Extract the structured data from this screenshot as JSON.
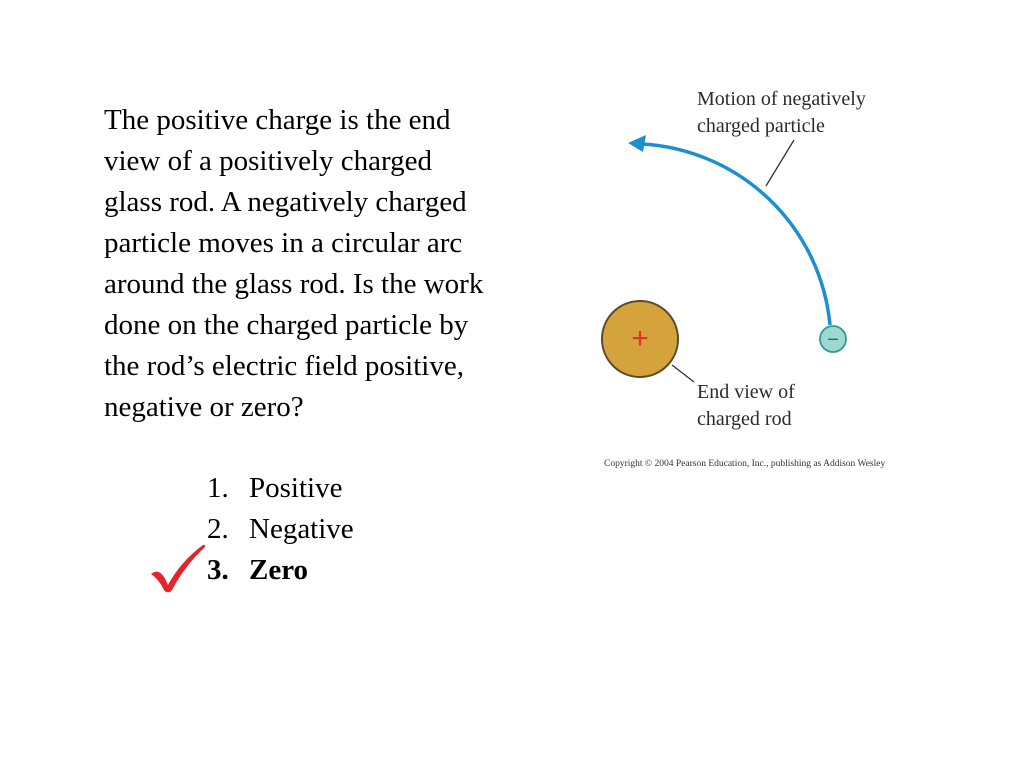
{
  "question": {
    "text": "The positive charge is the end\nview of a positively charged\nglass rod. A negatively charged\nparticle moves in a circular arc\naround the glass rod. Is the work\ndone on the charged particle by\nthe rod’s electric field positive,\nnegative or zero?"
  },
  "choices": [
    {
      "number": "1.",
      "label": "Positive"
    },
    {
      "number": "2.",
      "label": "Negative"
    },
    {
      "number": "3.",
      "label": "Zero"
    }
  ],
  "correct_choice": 3,
  "check_mark": {
    "icon": "checkmark-icon",
    "color": "#e3242b"
  },
  "figure": {
    "motion_label_line1": "Motion of negatively",
    "motion_label_line2": "charged particle",
    "rod_label_line1": "End view of",
    "rod_label_line2": "charged rod",
    "rod_sign": "+",
    "particle_sign": "−",
    "copyright": "Copyright © 2004 Pearson Education, Inc., publishing as Addison Wesley",
    "colors": {
      "rod_fill": "#d4a33c",
      "rod_stroke": "#5a4a2a",
      "rod_sign": "#e8302f",
      "particle_fill": "#9fd8d0",
      "particle_stroke": "#2f9c93",
      "particle_sign": "#1e6f68",
      "arc": "#1b8fd0"
    }
  }
}
